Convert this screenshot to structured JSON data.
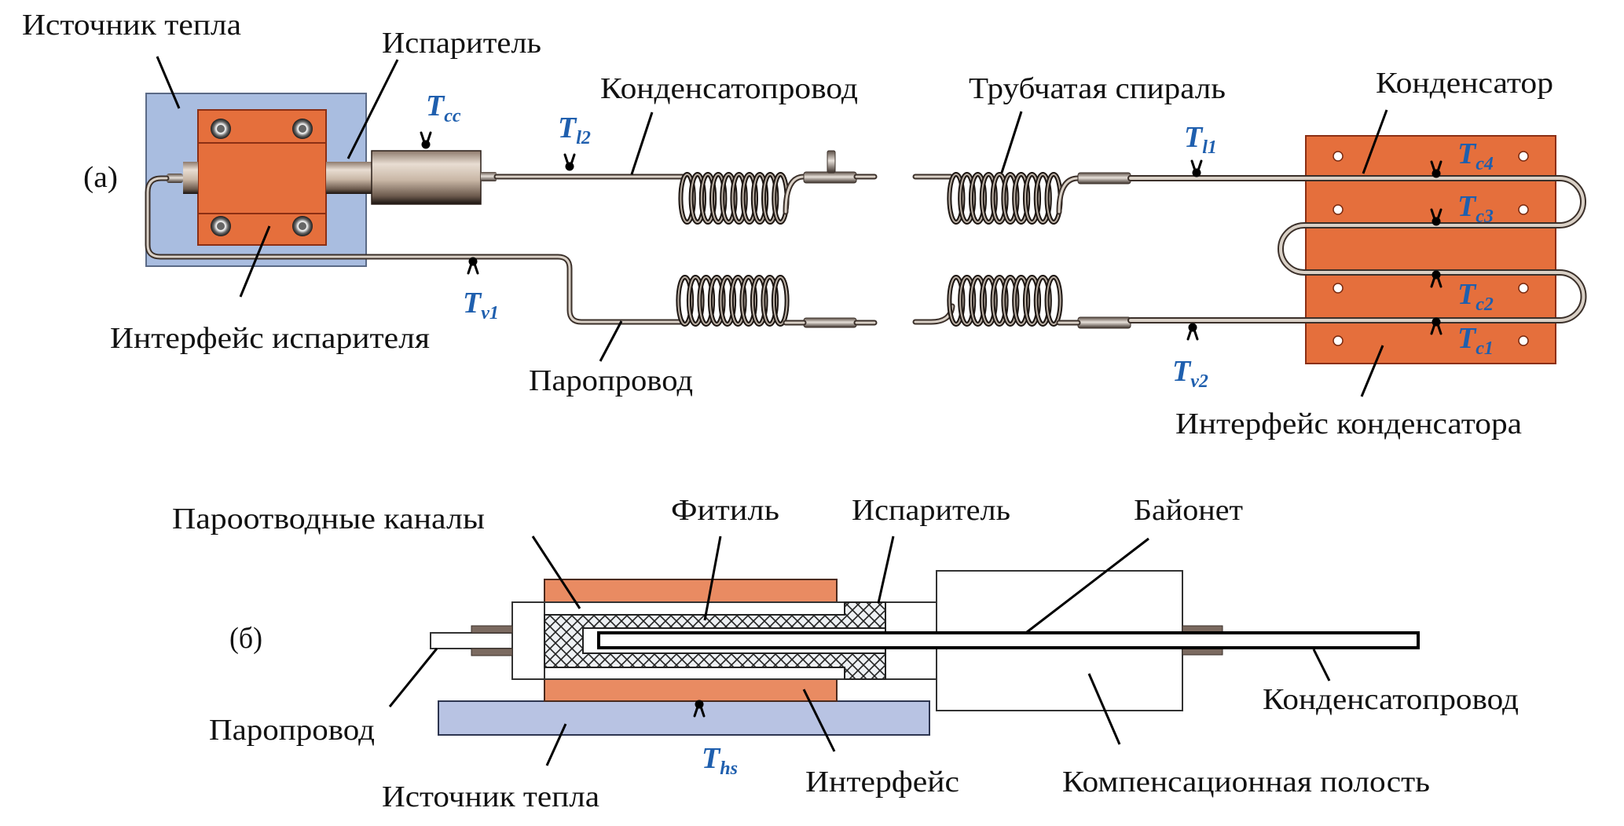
{
  "figure": {
    "panel_a": {
      "tag": "(а)",
      "labels": {
        "heat_source": "Источник тепла",
        "evaporator": "Испаритель",
        "liquid_line": "Конденсатопровод",
        "tube_coil": "Трубчатая спираль",
        "condenser": "Конденсатор",
        "evaporator_interface": "Интерфейс испарителя",
        "vapor_line": "Паропровод",
        "condenser_interface": "Интерфейс конденсатора"
      },
      "sensors": [
        {
          "id": "Tcc",
          "main": "T",
          "sub": "cc"
        },
        {
          "id": "Tl2",
          "main": "T",
          "sub": "l2"
        },
        {
          "id": "Tv1",
          "main": "T",
          "sub": "v1"
        },
        {
          "id": "Tl1",
          "main": "T",
          "sub": "l1"
        },
        {
          "id": "Tv2",
          "main": "T",
          "sub": "v2"
        },
        {
          "id": "Tc4",
          "main": "T",
          "sub": "c4"
        },
        {
          "id": "Tc3",
          "main": "T",
          "sub": "c3"
        },
        {
          "id": "Tc2",
          "main": "T",
          "sub": "c2"
        },
        {
          "id": "Tc1",
          "main": "T",
          "sub": "c1"
        }
      ]
    },
    "panel_b": {
      "tag": "(б)",
      "labels": {
        "vapor_channels": "Пароотводные каналы",
        "wick": "Фитиль",
        "evaporator": "Испаритель",
        "bayonet": "Байонет",
        "liquid_line": "Конденсатопровод",
        "vapor_line": "Паропровод",
        "heat_source": "Источник тепла",
        "interface": "Интерфейс",
        "compensation_chamber": "Компенсационная полость"
      },
      "sensors": [
        {
          "id": "Ths",
          "main": "T",
          "sub": "hs"
        }
      ]
    },
    "colors": {
      "heat_source": "#a9bde0",
      "copper_block": "#e56f3c",
      "interface_b": "#e98b62",
      "heat_source_b": "#b8c3e3",
      "sensor_label": "#1f5fae",
      "tube": "#a89f96"
    }
  }
}
